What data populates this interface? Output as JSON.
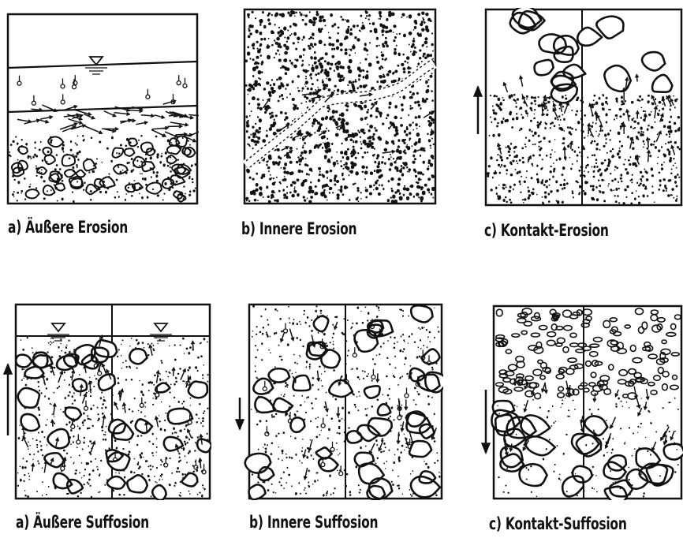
{
  "figure": {
    "captions": {
      "a1": "a) Äußere Erosion",
      "b1": "b) Innere Erosion",
      "c1": "c) Kontakt-Erosion",
      "a2": "a) Äußere Suffosion",
      "b2": "b) Innere Suffosion",
      "c2": "c) Kontakt-Suffosion"
    },
    "flow_direction_arrows": {
      "kontakt_erosion": "up",
      "aeussere_suffosion": "up",
      "innere_suffosion": "down",
      "kontakt_suffosion": "down"
    },
    "colors": {
      "ink": "#111111",
      "background": "#ffffff"
    }
  }
}
